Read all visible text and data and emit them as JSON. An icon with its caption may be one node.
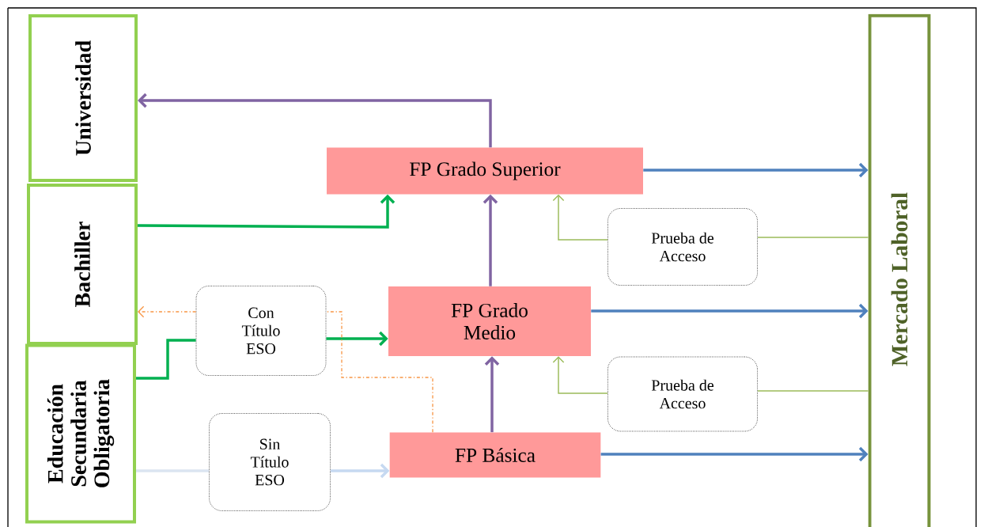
{
  "diagram": {
    "nodes": [
      {
        "text": [
          "Universidad"
        ]
      },
      {
        "text": [
          "Bachiller"
        ]
      },
      {
        "text": [
          "Educación Secundaria Obligatoria"
        ]
      },
      {
        "text": [
          "FP Grado Superior"
        ]
      },
      {
        "text": [
          "Con Título ESO"
        ]
      },
      {
        "text": [
          "FP Grado Medio"
        ]
      },
      {
        "text": [
          "Prueba de Acceso"
        ]
      },
      {
        "text": [
          "Prueba de Acceso"
        ]
      },
      {
        "text": [
          "Sin Título ESO"
        ]
      },
      {
        "text": [
          "FP Básica"
        ]
      },
      {
        "text": [
          "Mercado Laboral"
        ]
      }
    ],
    "edges": [
      {
        "from": 3,
        "to": 0,
        "arrow": "to",
        "color": "#8064a2"
      },
      {
        "from": 1,
        "to": 3,
        "arrow": "to",
        "color": "#00b050"
      },
      {
        "from": 2,
        "to": 4,
        "arrow": "none",
        "color": "#00b050"
      },
      {
        "from": 4,
        "to": 5,
        "arrow": "to",
        "color": "#00b050"
      },
      {
        "from": 5,
        "to": 3,
        "arrow": "to",
        "color": "#8064a2"
      },
      {
        "from": 9,
        "to": 5,
        "arrow": "to",
        "color": "#8064a2"
      },
      {
        "from": 3,
        "to": 10,
        "arrow": "to",
        "color": "#4f81bd"
      },
      {
        "from": 5,
        "to": 10,
        "arrow": "to",
        "color": "#4f81bd"
      },
      {
        "from": 9,
        "to": 10,
        "arrow": "to",
        "color": "#4f81bd"
      },
      {
        "from": 10,
        "to": 6,
        "arrow": "none",
        "color": "#9bbb59"
      },
      {
        "from": 6,
        "to": 3,
        "arrow": "to",
        "color": "#9bbb59"
      },
      {
        "from": 10,
        "to": 7,
        "arrow": "none",
        "color": "#9bbb59"
      },
      {
        "from": 7,
        "to": 5,
        "arrow": "to",
        "color": "#9bbb59"
      },
      {
        "from": 2,
        "to": 8,
        "arrow": "none",
        "color": "#dbe5f1"
      },
      {
        "from": 8,
        "to": 9,
        "arrow": "to",
        "color": "#c6d9f1"
      },
      {
        "from": 9,
        "to": 4,
        "arrow": "none",
        "style": "dashed",
        "color": "#f79646"
      },
      {
        "from": 4,
        "to": 1,
        "arrow": "to",
        "style": "dashed",
        "color": "#f79646"
      }
    ]
  }
}
